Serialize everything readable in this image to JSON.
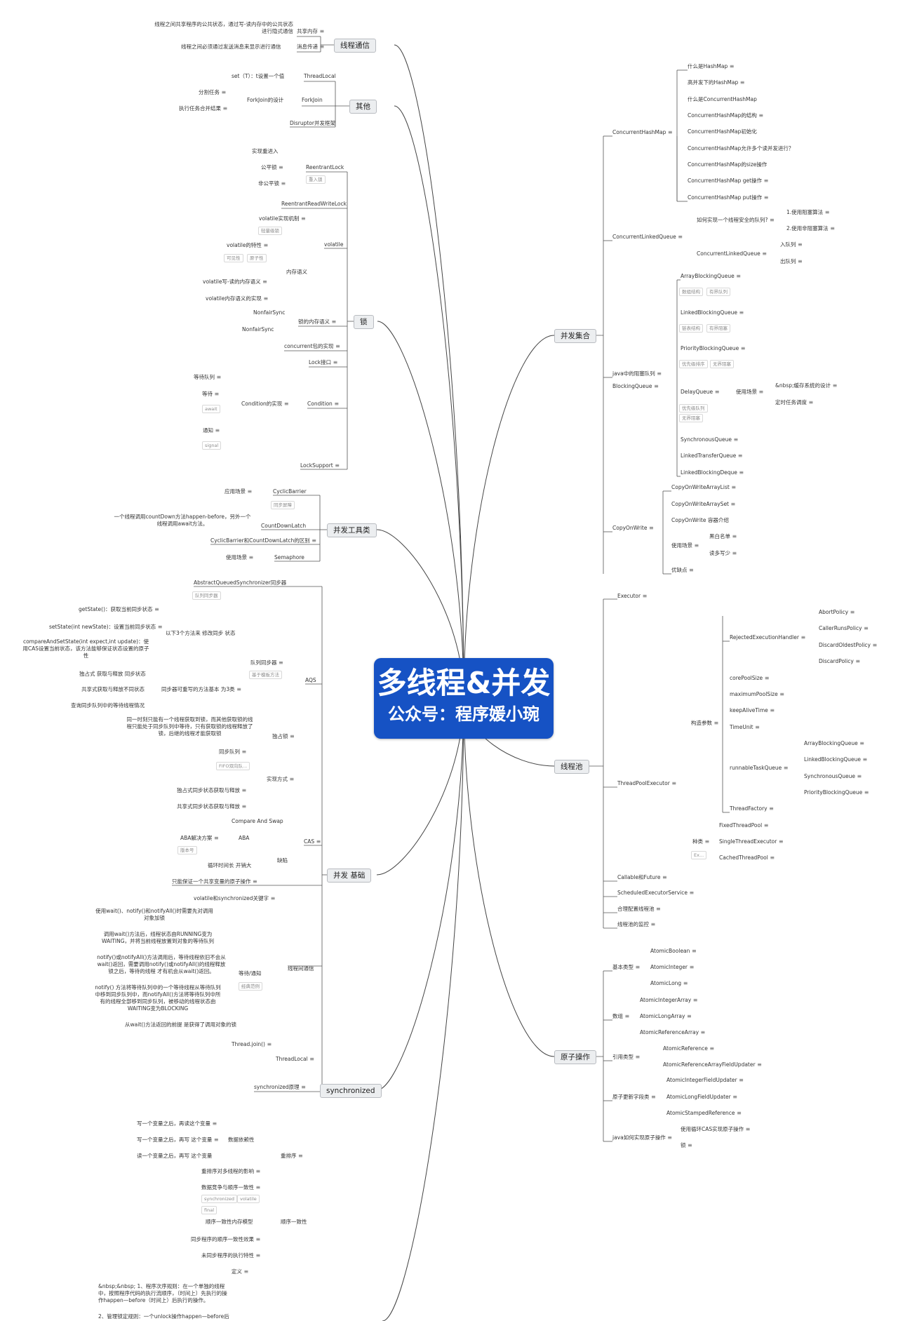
{
  "center": {
    "title": "多线程&并发",
    "subtitle": "公众号：程序媛小琬"
  },
  "sections": {
    "thread_comm": "线程通信",
    "other": "其他",
    "lock": "锁",
    "tools": "并发工具类",
    "basics": "并发 基础",
    "sync": "synchronized",
    "collections": "并发集合",
    "pool": "线程池",
    "atomic": "原子操作"
  },
  "icons": {
    "collapse": "⊖",
    "note": "≡",
    "link": "⊘"
  },
  "nodes": [
    "线程之间共享程序的公共状态，通过写-读内存中的公共状态进行隐式通信",
    "共享内存",
    "线程之间必须通过发送消息来显示进行通信",
    "消息传递",
    "set（T）：t设置一个值",
    "ThreadLocal",
    "分割任务",
    "执行任务合并结果",
    "ForkJoin的设计",
    "ForkJoin",
    "Disruptor并发框架",
    "实现重进入",
    "公平锁",
    "非公平锁",
    "ReentrantLock",
    "ReentrantReadWriteLock",
    "volatile实现机制",
    "volatile的特性",
    "volatile",
    "内存语义",
    "volatile写-读的内存语义",
    "volatile内存语义的实现",
    "NonfairSync",
    "NonfairSync",
    "锁的内存语义",
    "concurrent包的实现",
    "Lock接口",
    "等待队列",
    "等待",
    "通知",
    "Condition的实现",
    "Condition",
    "LockSupport",
    "应用场景",
    "CyclicBarrier",
    "一个线程调用countDown方法happen-before，另外一个线程调用await方法。",
    "CountDownLatch",
    "CyclicBarrier和CountDownLatch的区别",
    "使用场景",
    "Semaphore",
    "AbstractQueuedSynchronizer同步器",
    "getState()：获取当前同步状态",
    "setState(int newState)：设置当前同步状态",
    "compareAndSetState(int expect,int update)：使用CAS设置当前状态，该方法能够保证状态设置的原子性",
    "以下3个方法来 修改同步 状态",
    "队列同步器",
    "独占式 获取与释放 同步状态",
    "共享式获取与释放不同状态",
    "同步器可重写的方法基本 为3类",
    "查询同步队列中的等待线程情况",
    "AQS",
    "同一时刻只能有一个线程获取到锁，而其他获取锁的线程只能处于同步队列中等待，只有获取锁的线程释放了锁，后继的线程才能获取锁",
    "独占锁",
    "同步队列",
    "独占式同步状态获取与释放",
    "共享式同步状态获取与释放",
    "实现方式",
    "Compare And Swap",
    "ABA解决方案",
    "ABA",
    "循环时间长 开销大",
    "缺陷",
    "CAS",
    "只能保证一个共享变量的原子操作",
    "volatile和synchronized关键字",
    "使用wait()、notify()和notifyAll()时需要先对调用对象加锁",
    "调用wait()方法后，线程状态由RUNNING变为WAITING，并将当前线程放置到对象的等待队列",
    "notify()或notifyAll()方法调用后，等待线程依旧不会从wait()返回，需要调用notify()或notifyAll()的线程释放锁之后，等待的线程 才有机会从wait()返回。",
    "notify()  方法将等待队列中的一个等待线程从等待队列中移到同步队列中，而notifyAll()方法将等待队列中所有的线程全部移到同步队列，被移动的线程状态由WAITING变为BLOCKING",
    "从wait()方法返回的前提 是获得了调用对象的锁",
    "等待/通知",
    "线程间通信",
    "Thread.join()",
    "ThreadLocal",
    "synchronized原理",
    "写一个变量之后，再读这个变量",
    "写一个变量之后，再写 这个变量",
    "读一个变量之后，再写 这个变量",
    "数据依赖性",
    "重排序",
    "重排序对多线程的影响",
    "数据竞争与顺序一致性",
    "顺序一致性内存模型",
    "顺序一致性",
    "同步程序的顺序一致性效果",
    "未同步程序的执行特性",
    "定义",
    "&nbsp;&nbsp; 1、程序次序规则：在一个单独的线程中，按照程序代码的执行流顺序，（时间上）先执行的操作happen—before（时间上）后执行的操作。",
    "2、管理锁定规则：一个unlock操作happen—before后",
    "什么是HashMap",
    "高并发下的HashMap",
    "什么是ConcurrentHashMap",
    "ConcurrentHashMap的结构",
    "ConcurrentHashMap初始化",
    "ConcurrentHashMap允许多个读并发进行？",
    "ConcurrentHashMap的size操作",
    "ConcurrentHashMap get操作",
    "ConcurrentHashMap put操作",
    "ConcurrentHashMap",
    "1.使用阻塞算法",
    "2.使用非阻塞算法",
    "如何实现一个线程安全的队列?",
    "入队列",
    "出队列",
    "ConcurrentLinkedQueue",
    "ConcurrentLinkedQueue",
    "ArrayBlockingQueue",
    "LinkedBlockingQueue",
    "PriorityBlockingQueue",
    "DelayQueue",
    "使用场景",
    "&nbsp;缓存系统的设计",
    "定时任务调度",
    "SynchronousQueue",
    "LinkedTransferQueue",
    "LinkedBlockingDeque",
    "java中的阻塞队列",
    "BlockingQueue",
    "CopyOnWriteArrayList",
    "CopyOnWriteArraySet",
    "CopyOnWrite 容器介绍",
    "黑白名单",
    "使用场景",
    "读多写少",
    "优缺点",
    "CopyOnWrite",
    "Executor",
    "AbortPolicy",
    "CallerRunsPolicy",
    "DiscardOldestPolicy",
    "DiscardPolicy",
    "RejectedExecutionHandler",
    "corePoolSize",
    "maximumPoolSize",
    "keepAliveTime",
    "TimeUnit",
    "ArrayBlockingQueue",
    "LinkedBlockingQueue",
    "SynchronousQueue",
    "PriorityBlockingQueue",
    "runnableTaskQueue",
    "ThreadFactory",
    "构造参数",
    "FixedThreadPool",
    "SingleThreadExecutor",
    "CachedThreadPool",
    "种类",
    "ThreadPoolExecutor",
    "Callable和Future",
    "ScheduledExecutorService",
    "合理配置线程池",
    "线程池的监控",
    "AtomicBoolean",
    "AtomicInteger",
    "AtomicLong",
    "基本类型",
    "AtomicIntegerArray",
    "AtomicLongArray",
    "AtomicReferenceArray",
    "数组",
    "AtomicReference",
    "AtomicReferenceArrayFieldUpdater",
    "引用类型",
    "AtomicIntegerFieldUpdater",
    "AtomicLongFieldUpdater",
    "AtomicStampedReference",
    "原子更新字段类",
    "使用循环CAS实现原子操作",
    "锁",
    "java如何实现原子操作"
  ],
  "tags": [
    "重入锁",
    "轻量级锁",
    "可见性",
    "原子性",
    "同步屏障",
    "队列同步器",
    "基于模板方法",
    "FIFO双向队...",
    "版本号",
    "经典范例",
    "数组结构",
    "有界队列",
    "链表结构",
    "有界阻塞",
    "优先级排序",
    "无界阻塞",
    "优先级队列",
    "无界阻塞",
    "Ex...",
    "await",
    "signal",
    "synchronized",
    "volatile",
    "final"
  ]
}
